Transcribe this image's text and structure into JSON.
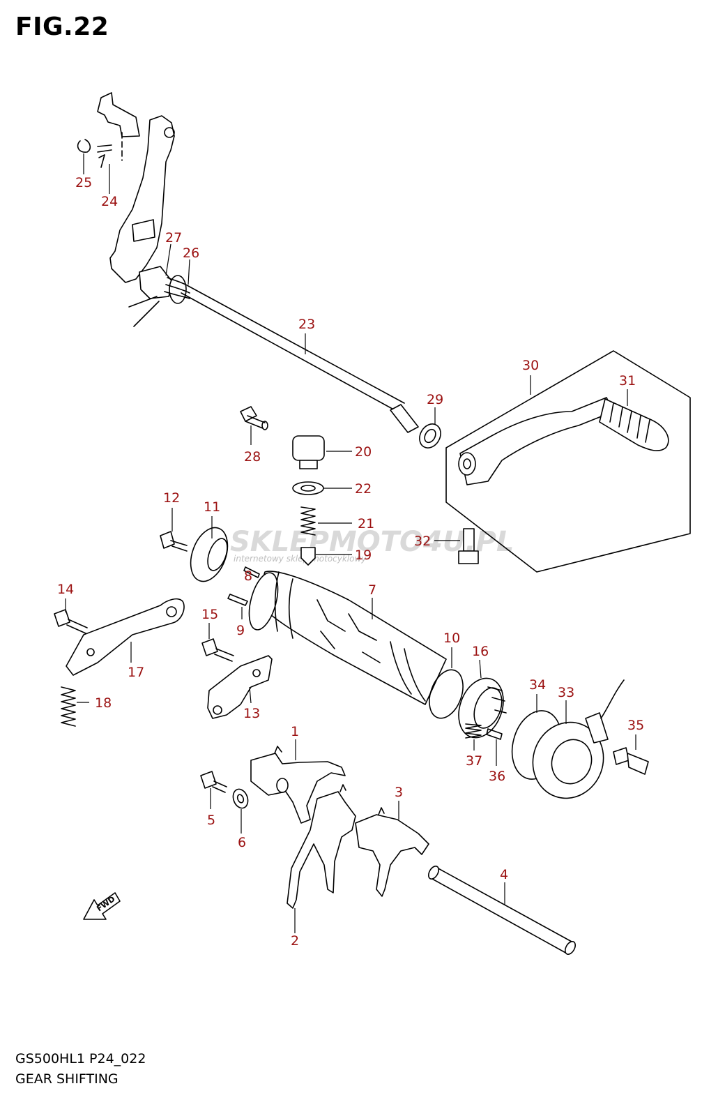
{
  "figure": {
    "title": "FIG.22",
    "model_code": "GS500HL1 P24_022",
    "name": "GEAR SHIFTING"
  },
  "watermark": {
    "brand": "SKLEPMOTO4U.PL",
    "tagline": "internetowy sklep motocyklowy"
  },
  "direction_marker": {
    "text": "FWD",
    "icon": "fwd-arrow-icon"
  },
  "colors": {
    "label": "#9b1111",
    "line": "#000000",
    "watermark": "#d9d9d9"
  },
  "parts": [
    {
      "no": "1"
    },
    {
      "no": "2"
    },
    {
      "no": "3"
    },
    {
      "no": "4"
    },
    {
      "no": "5"
    },
    {
      "no": "6"
    },
    {
      "no": "7"
    },
    {
      "no": "8"
    },
    {
      "no": "9"
    },
    {
      "no": "10"
    },
    {
      "no": "11"
    },
    {
      "no": "12"
    },
    {
      "no": "13"
    },
    {
      "no": "14"
    },
    {
      "no": "15"
    },
    {
      "no": "16"
    },
    {
      "no": "17"
    },
    {
      "no": "18"
    },
    {
      "no": "19"
    },
    {
      "no": "20"
    },
    {
      "no": "21"
    },
    {
      "no": "22"
    },
    {
      "no": "23"
    },
    {
      "no": "24"
    },
    {
      "no": "25"
    },
    {
      "no": "26"
    },
    {
      "no": "27"
    },
    {
      "no": "28"
    },
    {
      "no": "29"
    },
    {
      "no": "30"
    },
    {
      "no": "31"
    },
    {
      "no": "32"
    },
    {
      "no": "33"
    },
    {
      "no": "34"
    },
    {
      "no": "35"
    },
    {
      "no": "36"
    },
    {
      "no": "37"
    }
  ]
}
